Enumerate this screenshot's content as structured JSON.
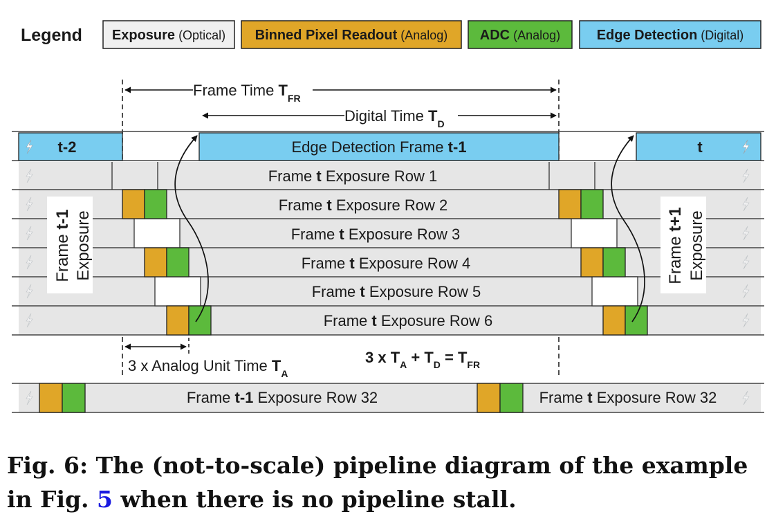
{
  "colors": {
    "exposure": "#f0f0f0",
    "readout": "#e0a628",
    "adc": "#5cba3c",
    "edge": "#79cdf0",
    "stroke": "#222222"
  },
  "legend": {
    "title": "Legend",
    "items": [
      {
        "bold": "Exposure",
        "light": " (Optical)",
        "color": "#f0f0f0"
      },
      {
        "bold": "Binned Pixel Readout",
        "light": " (Analog)",
        "color": "#e0a628"
      },
      {
        "bold": "ADC",
        "light": " (Analog)",
        "color": "#5cba3c"
      },
      {
        "bold": "Edge Detection",
        "light": " (Digital)",
        "color": "#79cdf0"
      }
    ]
  },
  "timings": {
    "frame_time": {
      "text": "Frame Time ",
      "sym": "T",
      "sub": "FR"
    },
    "digital_time": {
      "text": "Digital Time ",
      "sym": "T",
      "sub": "D"
    },
    "analog_time": {
      "text": "3 x Analog Unit Time ",
      "sym": "T",
      "sub": "A"
    },
    "equation": {
      "a": "3 x T",
      "a_sub": "A",
      "b": " + T",
      "b_sub": "D",
      "c": " = T",
      "c_sub": "FR"
    }
  },
  "edge_bars": {
    "left": "t-2",
    "middle_prefix": "Edge Detection Frame ",
    "middle_bold": "t-1",
    "right": "t"
  },
  "rows": [
    {
      "prefix": "Frame ",
      "bold": "t",
      "suffix": " Exposure Row 1"
    },
    {
      "prefix": "Frame ",
      "bold": "t",
      "suffix": " Exposure Row 2"
    },
    {
      "prefix": "Frame ",
      "bold": "t",
      "suffix": " Exposure Row 3"
    },
    {
      "prefix": "Frame ",
      "bold": "t",
      "suffix": " Exposure Row 4"
    },
    {
      "prefix": "Frame ",
      "bold": "t",
      "suffix": " Exposure Row 5"
    },
    {
      "prefix": "Frame ",
      "bold": "t",
      "suffix": " Exposure Row 6"
    }
  ],
  "side_labels": {
    "left": {
      "line1_prefix": "Frame ",
      "line1_bold": "t-1",
      "line2": "Exposure"
    },
    "right": {
      "line1_prefix": "Frame ",
      "line1_bold": "t+1",
      "line2": "Exposure"
    }
  },
  "row32": {
    "left": {
      "prefix": "Frame ",
      "bold": "t-1",
      "suffix": " Exposure Row 32"
    },
    "right": {
      "prefix": "Frame ",
      "bold": "t",
      "suffix": " Exposure Row 32"
    }
  },
  "caption": {
    "prefix": "Fig. 6: The (not-to-scale) pipeline diagram of the example in Fig. ",
    "ref": "5",
    "suffix": " when there is no pipeline stall."
  }
}
